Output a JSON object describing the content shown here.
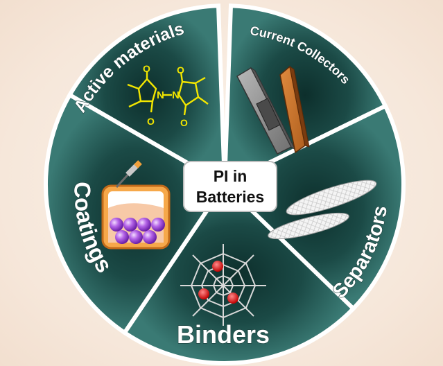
{
  "center": {
    "line1": "PI in",
    "line2": "Batteries"
  },
  "segments": {
    "active_materials": "Active materials",
    "current_collectors": "Current Collectors",
    "separators": "Separators",
    "binders": "Binders",
    "coatings": "Coatings"
  },
  "molecule": {
    "atom_n1": "N",
    "atom_n2": "N",
    "atom_o": "O"
  },
  "colors": {
    "segment_dark": "#0f3431",
    "segment_light": "#2c6b66",
    "label_text": "#ffffff",
    "molecule": "#f2e600",
    "foil": "#c9732d",
    "spheres": "#9b3fd6",
    "spider_dots": "#e01b1b"
  }
}
